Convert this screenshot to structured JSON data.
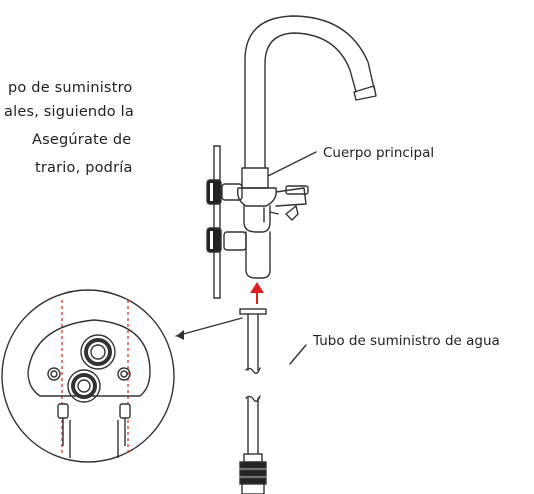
{
  "instruction_lines": [
    "po de suministro",
    "ales, siguiendo la",
    "Asegúrate de",
    "trario, podría"
  ],
  "callouts": {
    "body": "Cuerpo principal",
    "tube": "Tubo de suministro de agua"
  },
  "colors": {
    "line": "#333333",
    "arrow": "#e02020",
    "dashed": "#e04040"
  }
}
